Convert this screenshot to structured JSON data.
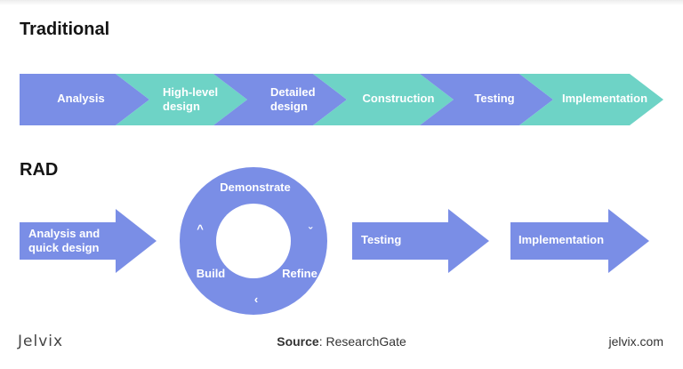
{
  "colors": {
    "blue": "#7a8ee6",
    "teal": "#6ed3c6",
    "text": "#ffffff"
  },
  "traditional": {
    "title": "Traditional",
    "steps": [
      {
        "lines": [
          "Analysis"
        ],
        "color": "blue"
      },
      {
        "lines": [
          "High-level",
          "design"
        ],
        "color": "teal"
      },
      {
        "lines": [
          "Detailed",
          "design"
        ],
        "color": "blue"
      },
      {
        "lines": [
          "Construction"
        ],
        "color": "teal"
      },
      {
        "lines": [
          "Testing"
        ],
        "color": "blue"
      },
      {
        "lines": [
          "Implementation"
        ],
        "color": "teal"
      }
    ]
  },
  "rad": {
    "title": "RAD",
    "first_step": {
      "lines": [
        "Analysis and",
        "quick design"
      ]
    },
    "cycle": {
      "stages": [
        "Demonstrate",
        "Refine",
        "Build"
      ],
      "arrow_icons": [
        "^",
        "ˇ",
        "‹"
      ]
    },
    "after_steps": [
      {
        "lines": [
          "Testing"
        ]
      },
      {
        "lines": [
          "Implementation"
        ]
      }
    ]
  },
  "footer": {
    "logo": "Jelvix",
    "source_label": "Source",
    "source_value": "ResearchGate",
    "site": "jelvix.com"
  }
}
